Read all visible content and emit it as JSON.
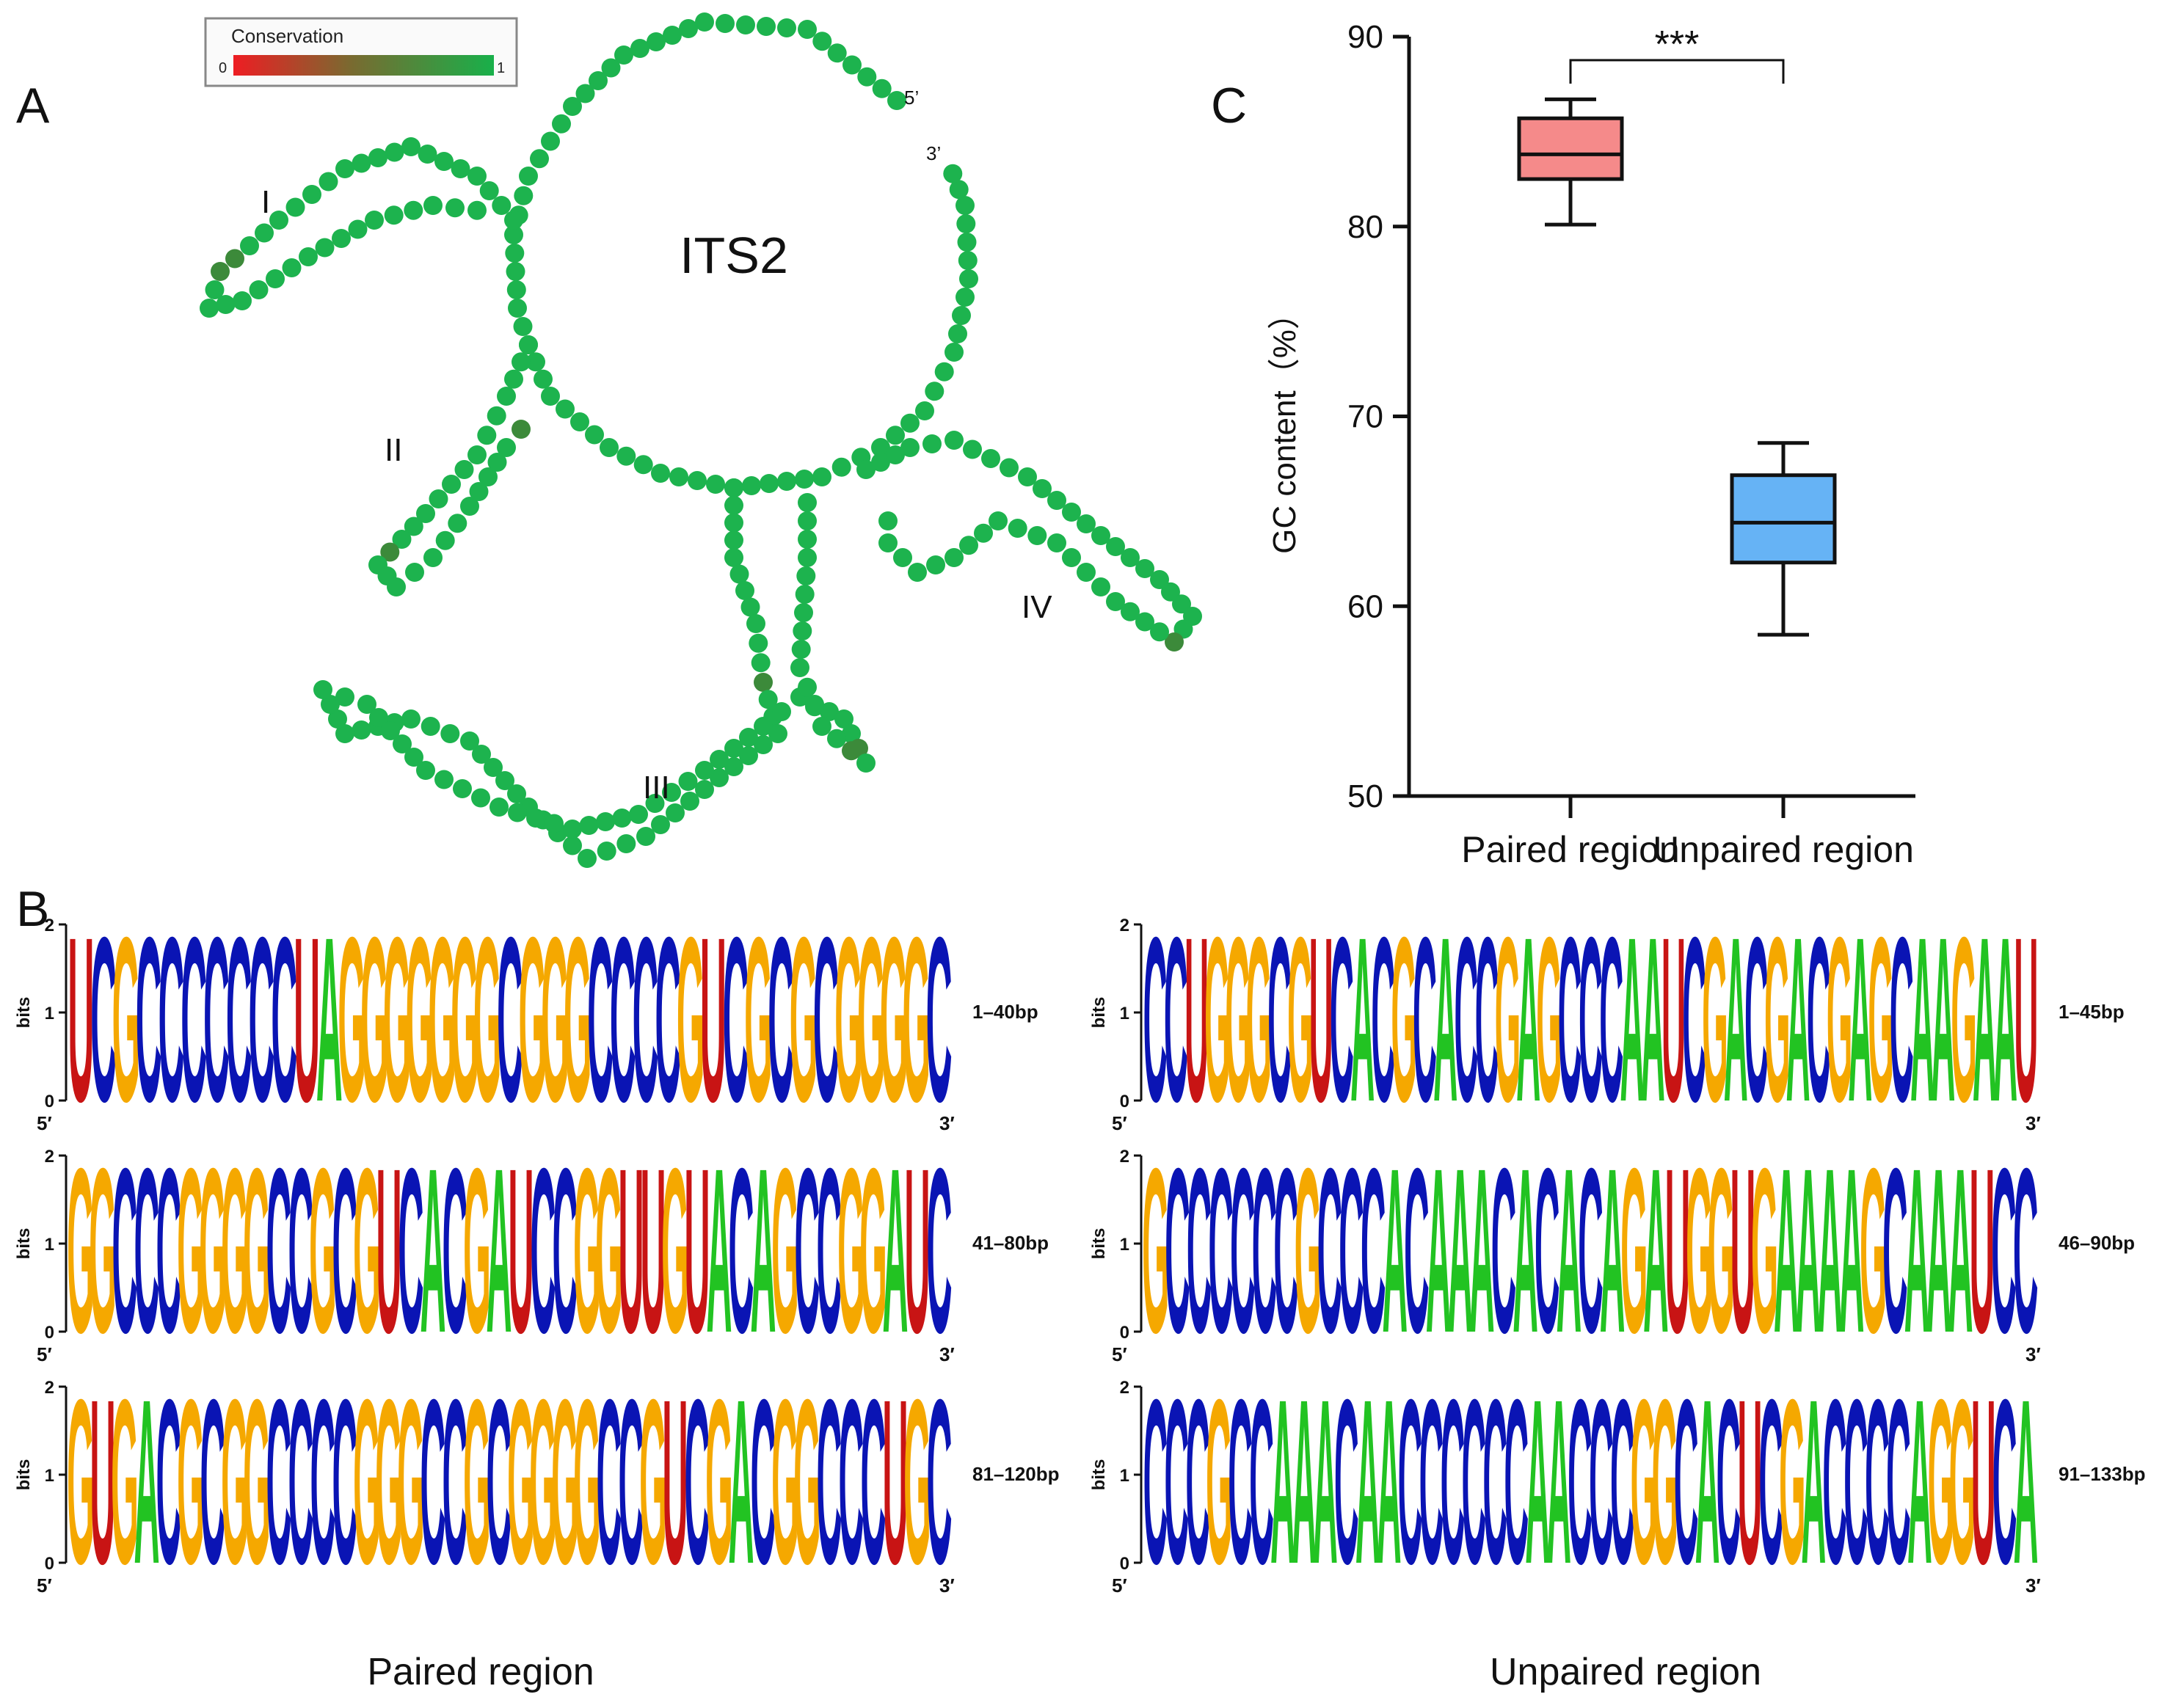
{
  "panels": {
    "a": "A",
    "b": "B",
    "c": "C"
  },
  "structure": {
    "legend_title": "Conservation",
    "legend_min": "0",
    "legend_max": "1",
    "center_label": "ITS2",
    "five_prime": "5’",
    "three_prime": "3’",
    "domains": [
      "I",
      "II",
      "III",
      "IV"
    ],
    "colors": {
      "conserved": "#1db34e",
      "variable": "#e02020",
      "mid": "#3c8a3a"
    }
  },
  "logos": {
    "start_label": "5′",
    "end_label": "3′",
    "axis_label": "bits",
    "ticks": [
      "0",
      "1",
      "2"
    ],
    "paired_title": "Paired region",
    "unpaired_title": "Unpaired region",
    "paired": [
      {
        "range": "1–40bp",
        "seq": "UCGCCCCCCCUAGGGGGGGCGGGCCCCGUCGCGCGGGGC"
      },
      {
        "range": "41–80bp",
        "seq": "GGCCCGGGGCCGCGUCACGAUCCGGUUGUACAGCCGGAUC"
      },
      {
        "range": "81–120bp",
        "seq": "GUGACGCGGCCCCGGGCCGCGGGGCCGUCGACGGCCCUGC"
      }
    ],
    "unpaired": [
      {
        "range": "1–45bp",
        "seq": "CCUGGGCGUCACGCACCGAGCCCAAUCGACGACGAGCAAGAAU"
      },
      {
        "range": "46–90bp",
        "seq": "GCCCCCCGCCCACAAACACACAGAUGGUGAAAAGCAAAUCC"
      },
      {
        "range": "91–133bp",
        "seq": "CCCGCCAAACAACCCCCCAACCCGGCACUCGACCCCAGGUCA"
      }
    ],
    "nucleotide_colors": {
      "A": "#22c322",
      "C": "#0a14b4",
      "G": "#f5a800",
      "U": "#c81414"
    }
  },
  "chart_data": {
    "type": "box",
    "categories": [
      "Paired region",
      "Unpaired region"
    ],
    "ylabel": "GC content（%）",
    "xlabel": "",
    "ylim": [
      50,
      90
    ],
    "yticks": [
      50,
      60,
      70,
      80,
      90
    ],
    "significance": "***",
    "series": [
      {
        "min": 80.1,
        "q1": 82.5,
        "median": 83.8,
        "q3": 85.7,
        "max": 86.7,
        "color": "#f58a8a"
      },
      {
        "min": 58.5,
        "q1": 62.3,
        "median": 64.4,
        "q3": 66.9,
        "max": 68.6,
        "color": "#66b3f5"
      }
    ]
  }
}
